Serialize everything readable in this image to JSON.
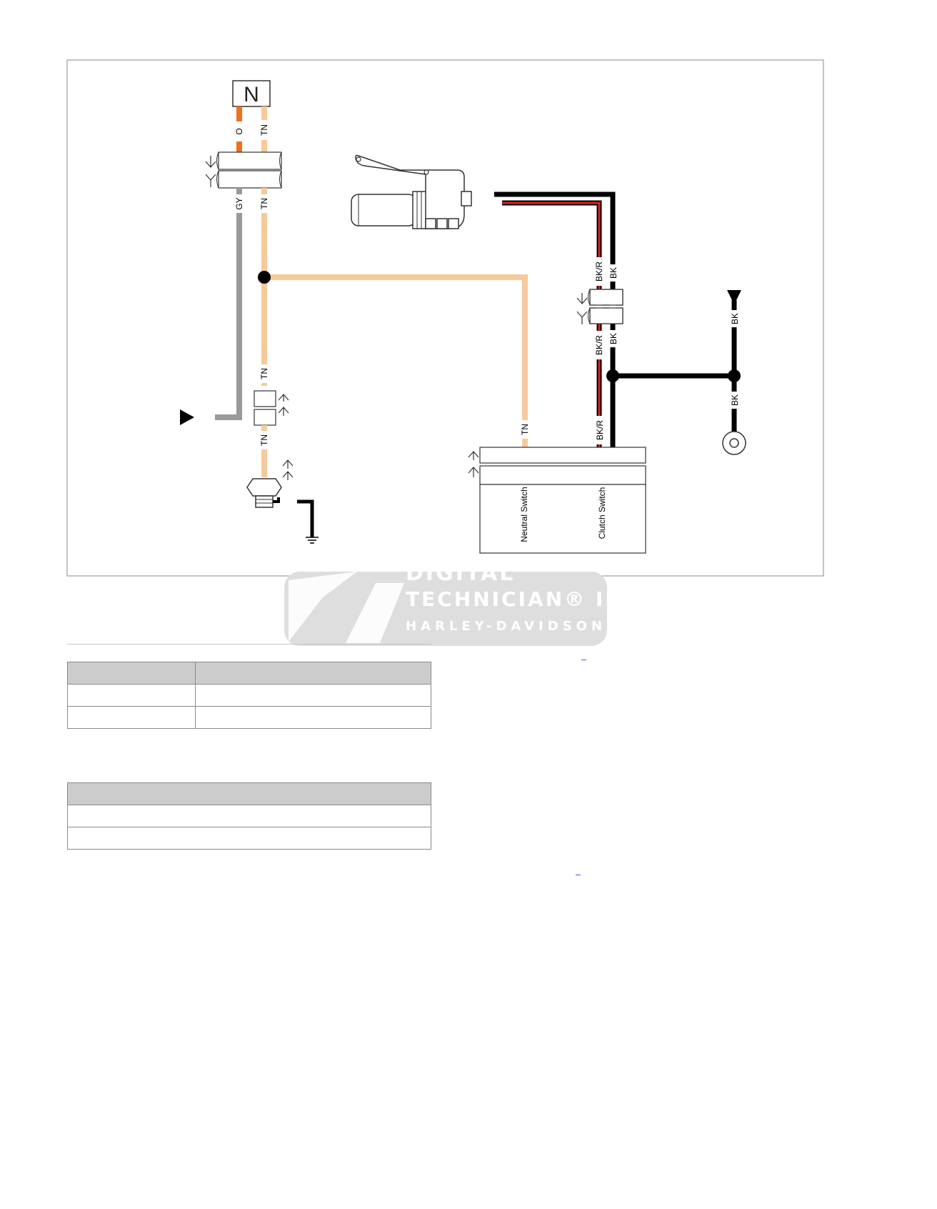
{
  "diagram": {
    "connector_top_label": "N",
    "wire_labels": {
      "o_top": "O",
      "tn_top": "TN",
      "gy": "GY",
      "tn_mid": "TN",
      "tn_lower": "TN",
      "tn_bottom": "TN",
      "tn_right": "TN",
      "bkr_upper": "BK/R",
      "bk_upper": "BK",
      "bkr_lower": "BK/R",
      "bk_lower": "BK",
      "bkr_bottom": "BK/R",
      "bk_ground_top": "BK",
      "bk_ground_bottom": "BK"
    },
    "module_labels": {
      "neutral_switch": "Neutral Switch",
      "clutch_switch": "Clutch Switch"
    },
    "colors": {
      "tan": "#f8c99a",
      "orange": "#f07020",
      "gray": "#9a9a9a",
      "black": "#000000",
      "red": "#e0201c"
    }
  },
  "watermark": {
    "line1": "DIGITAL",
    "line2": "TECHNICIAN® II",
    "line3": "HARLEY-DAVIDSON®"
  },
  "table1": {
    "rows": [
      [
        "",
        ""
      ],
      [
        "",
        ""
      ]
    ]
  },
  "table2": {
    "rows": [
      [
        ""
      ],
      [
        ""
      ]
    ]
  }
}
